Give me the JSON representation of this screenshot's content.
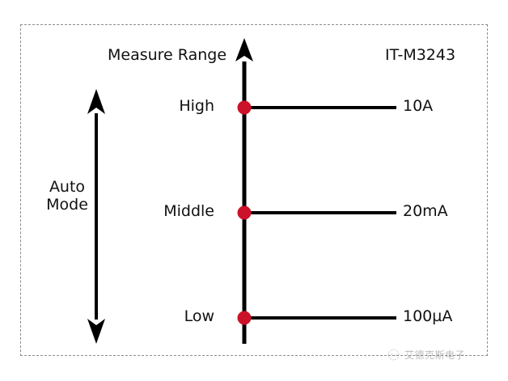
{
  "figure": {
    "title_left": "Measure Range",
    "model": "IT-M3243",
    "auto_mode_label": "Auto\nMode"
  },
  "axis": {
    "name": "measure-range-axis",
    "direction": "up",
    "color": "#000000"
  },
  "auto_mode_arrow": {
    "name": "auto-mode-double-arrow",
    "direction": "both",
    "color": "#000000"
  },
  "levels": [
    {
      "label": "High",
      "value": "10A",
      "dot_color": "#CC1228"
    },
    {
      "label": "Middle",
      "value": "20mA",
      "dot_color": "#CC1228"
    },
    {
      "label": "Low",
      "value": "100µA",
      "dot_color": "#CC1228"
    }
  ],
  "watermark": {
    "text": "艾德克斯电子",
    "logo_icon": "wechat-circle-icon"
  },
  "colors": {
    "accent_red": "#CC1228",
    "line_black": "#000000",
    "frame_dash": "#8c8c8c",
    "background": "#ffffff"
  }
}
